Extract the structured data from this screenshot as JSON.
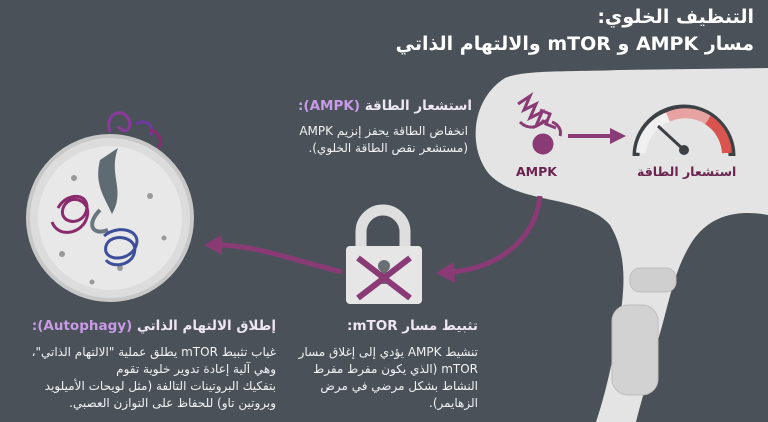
{
  "title": {
    "line1": "التنظيف الخلوي:",
    "line2": "مسار AMPK و mTOR والالتهام الذاتي"
  },
  "sensing": {
    "heading": "استشعار الطاقة",
    "heading_tag": "(AMPK):",
    "body_line1": "انخفاض الطاقة يحفز إنزيم AMPK",
    "body_line2": "(مستشعر نقص الطاقة الخلوي)."
  },
  "labels": {
    "ampk": "AMPK",
    "energy_sensor": "استشعار الطاقة"
  },
  "inhibition": {
    "heading": "تثبيط مسار mTOR:",
    "body_line1": "تنشيط AMPK يؤدي إلى إغلاق مسار",
    "body_line2": "mTOR (الذي يكون مفرط مفرط",
    "body_line3": "النشاط بشكل مرضي في مرض",
    "body_line4": "الزهايمر)."
  },
  "autophagy": {
    "heading": "إطلاق الالتهام الذاتي",
    "heading_tag": "(Autophagy):",
    "body_line1": "غياب تثبيط mTOR يطلق عملية \"الالتهام الذاتي\"،",
    "body_line2": "وهي آلية إعادة تدوير خلوية تقوم",
    "body_line3": "بتفكيك البروتينات التالفة (مثل لويحات الأميلويد",
    "body_line4": "وبروتين تاو) للحفاظ على التوازن العصبي."
  },
  "colors": {
    "background": "#4a5158",
    "neuron": "#e4e4e4",
    "accent": "#8a3a75",
    "highlight": "#c89be6",
    "gauge_red": "#d9534f"
  }
}
